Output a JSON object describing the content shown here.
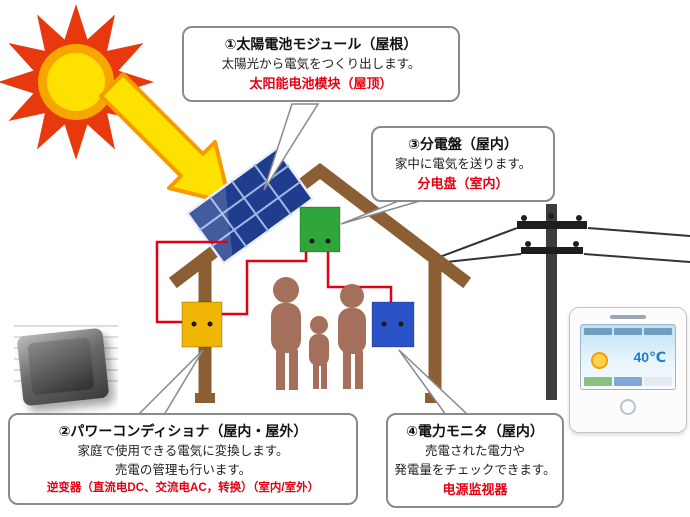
{
  "callouts": {
    "solar_module": {
      "title": "①太陽電池モジュール（屋根）",
      "desc": "太陽光から電気をつくり出します。",
      "translation_cn": "太阳能电池模块（屋顶）"
    },
    "distribution_board": {
      "title": "③分電盤（屋内）",
      "desc": "家中に電気を送ります。",
      "translation_cn": "分电盘（室内）"
    },
    "power_conditioner": {
      "title": "②パワーコンディショナ（屋内・屋外）",
      "desc1": "家庭で使用できる電気に変換します。",
      "desc2": "売電の管理も行います。",
      "translation_cn": "逆变器（直流电DC、交流电AC，转换）（室内/室外）"
    },
    "power_monitor": {
      "title": "④電力モニタ（屋内）",
      "desc1": "売電された電力や",
      "desc2": "発電量をチェックできます。",
      "translation_cn": "电源监视器"
    }
  },
  "monitor_screen": {
    "temperature": "40℃"
  },
  "colors": {
    "text-red": "#E60012",
    "wire-red": "#E60012",
    "sun-red": "#E8380D",
    "sun-orange": "#F7A600",
    "sun-yellow": "#FFE100",
    "arrow-yellow": "#FFE100",
    "arrow-orange": "#F59B00",
    "house-brown": "#8B5E34",
    "family-brown": "#A4705B",
    "panel-blue": "#1F3D8C",
    "panel-grid": "#9DB8E8",
    "box-green": "#2FA63C",
    "box-yellow": "#F0B505",
    "box-blue": "#2B53C8",
    "pole-gray": "#3D3D3D",
    "callout-border": "#8A8A8A"
  }
}
